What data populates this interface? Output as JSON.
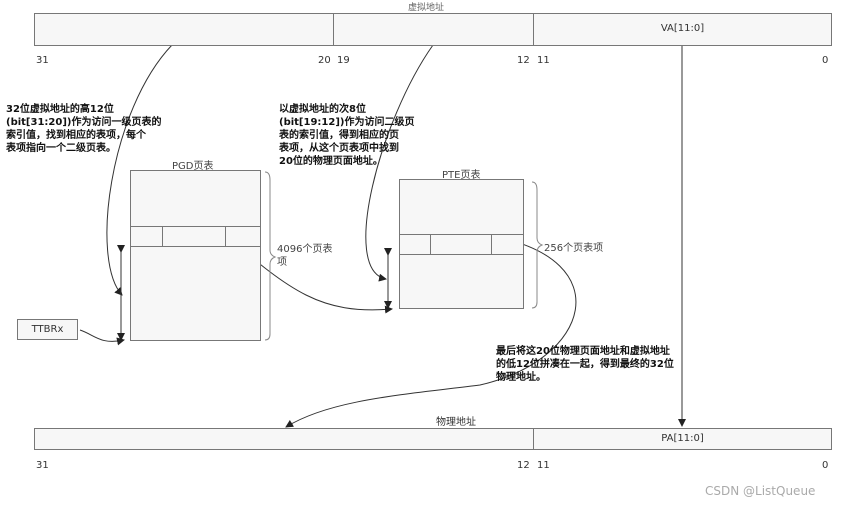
{
  "virtual_address": {
    "title": "虚拟地址",
    "field_label": "VA[11:0]",
    "bits": {
      "b31": "31",
      "b20": "20",
      "b19": "19",
      "b12": "12",
      "b11": "11",
      "b0": "0"
    }
  },
  "physical_address": {
    "title": "物理地址",
    "field_label": "PA[11:0]",
    "bits": {
      "b31": "31",
      "b12": "12",
      "b11": "11",
      "b0": "0"
    }
  },
  "notes": {
    "first_level": [
      "32位虚拟地址的高12位",
      "(bit[31:20])作为访问一级页表的",
      "索引值，找到相应的表项，每个",
      "表项指向一个二级页表。"
    ],
    "second_level": [
      "以虚拟地址的次8位",
      "(bit[19:12])作为访问二级页",
      "表的索引值，得到相应的页",
      "表项，从这个页表项中找到",
      "20位的物理页面地址。"
    ],
    "final": [
      "最后将这20位物理页面地址和虚拟地址",
      "的低12位拼凑在一起，得到最终的32位",
      "物理地址。"
    ]
  },
  "pgd": {
    "title": "PGD页表",
    "count_line1": "4096个页表",
    "count_line2": "项"
  },
  "pte": {
    "title": "PTE页表",
    "count": "256个页表项"
  },
  "ttbr": {
    "label": "TTBRx"
  },
  "watermark": "CSDN @ListQueue"
}
